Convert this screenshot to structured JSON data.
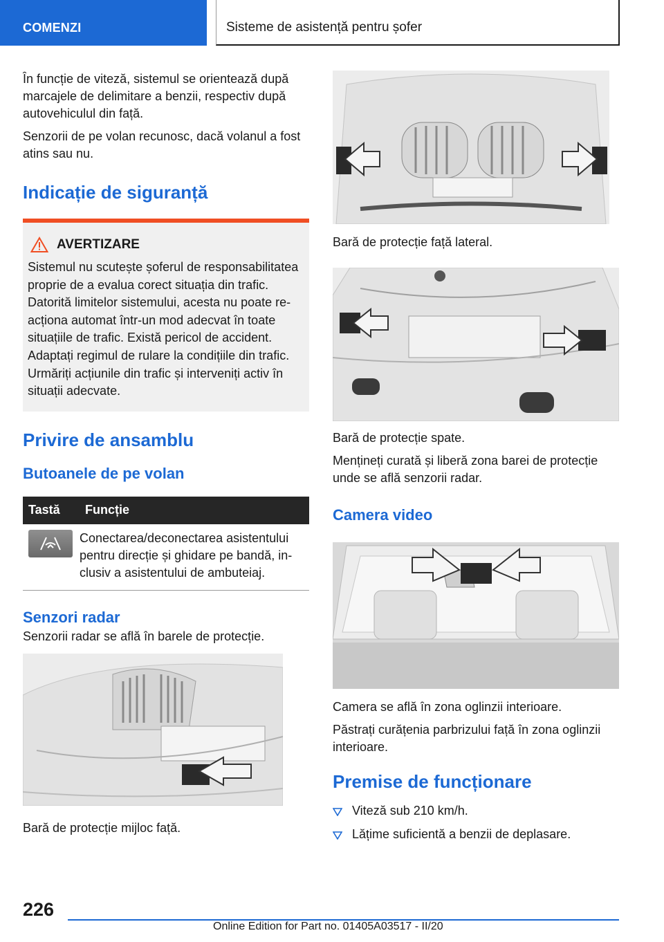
{
  "header": {
    "section": "COMENZI",
    "chapter": "Sisteme de asistență pentru șofer"
  },
  "intro": [
    "În funcție de viteză, sistemul se orientează după marcajele de delimitare a benzii, respectiv după autovehiculul din față.",
    "Senzorii de pe volan recunosc, dacă volanul a fost atins sau nu."
  ],
  "safety": {
    "heading": "Indicație de siguranță",
    "warning_title": "AVERTIZARE",
    "warning_text": "Sistemul nu scutește șoferul de responsabilita­tea proprie de a evalua corect situația din trafic. Datorită limitelor sistemului, acesta nu poate re­acționa automat într-un mod adecvat în toate situațiile de trafic. Există pericol de accident. Adaptați regimul de rulare la condițiile din trafic. Urmăriți acțiunile din trafic și interveniți activ în situații adecvate.",
    "warning_color": "#f04e23"
  },
  "overview": {
    "heading": "Privire de ansamblu",
    "subheading": "Butoanele de pe volan",
    "table": {
      "col_key": "Tastă",
      "col_function": "Funcție",
      "rows": [
        {
          "icon": "lane-assist-button-icon",
          "function": "Conectarea/deconectarea asistentului pentru direcție și ghidare pe bandă, in­clusiv a asistentului de ambuteiaj."
        }
      ]
    }
  },
  "radar": {
    "heading": "Senzori radar",
    "text": "Senzorii radar se află în barele de protecție.",
    "caption_front_center": "Bară de protecție mijloc față.",
    "caption_front_side": "Bară de protecție față lateral.",
    "caption_rear": "Bară de protecție spate.",
    "note": "Mențineți curată și liberă zona barei de protecție unde se află senzorii radar."
  },
  "camera": {
    "heading": "Camera video",
    "caption": "Camera se află în zona oglinzii interioare.",
    "note": "Păstrați curățenia parbrizului față în zona oglinzii interioare."
  },
  "prerequisites": {
    "heading": "Premise de funcționare",
    "items": [
      "Viteză sub 210 km/h.",
      "Lățime suficientă a benzii de deplasare."
    ]
  },
  "footer": {
    "page_number": "226",
    "edition": "Online Edition for Part no. 01405A03517 - II/20"
  },
  "colors": {
    "accent": "#1c69d4",
    "table_header": "#262626",
    "warning_bg": "#f0f0f0"
  }
}
